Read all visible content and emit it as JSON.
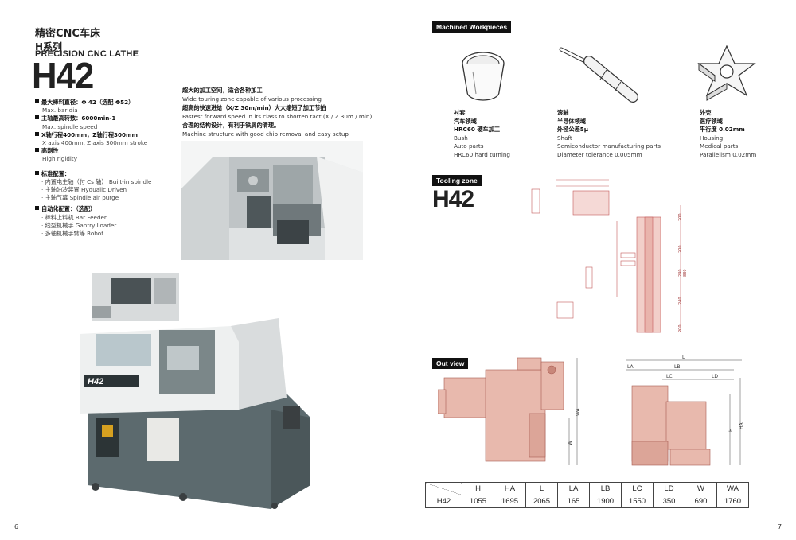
{
  "left_page": {
    "title_cn": "精密CNC车床",
    "series_cn": "H系列",
    "title_en": "PRECISION CNC LATHE",
    "model": "H42",
    "specs": [
      {
        "cn": "最大棒料直径：Φ 42（选配 Φ52）",
        "en": "Max. bar dia"
      },
      {
        "cn": "主轴最高转数：6000min-1",
        "en": "Max. spindle speed"
      },
      {
        "cn": "X轴行程400mm，Z轴行程300mm",
        "en": "X axis 400mm, Z axis 300mm stroke"
      },
      {
        "cn": "高刚性",
        "en": "High rigidity"
      }
    ],
    "standard_title": "标准配置：",
    "standard_items": [
      "· 内置电主轴（付 Cs 轴） Built-in spindle",
      "· 主轴油冷装置    Hydualic Driven",
      "· 主轴气幕   Spindle air purge"
    ],
    "auto_title": "自动化配置：（选配）",
    "auto_items": [
      "· 棒料上料机    Bar Feeder",
      "· 线型机械手    Gantry Loader",
      "· 多轴机械手臂等    Robot"
    ],
    "features": [
      {
        "cn": "超大的加工空间，适合各种加工",
        "en": "Wide touring zone capable of various processing"
      },
      {
        "cn": "超高的快速进给（X/Z 30m/min）大大缩短了加工节拍",
        "en": "Fastest forward speed in its class to shorten tact (X / Z 30m / min)"
      },
      {
        "cn": "合理的结构设计，有利于铁屑的清理。",
        "en": "Machine structure with good chip removal and easy setup"
      }
    ],
    "machine_badge": "H42",
    "page_number": "6"
  },
  "right_page": {
    "workpieces_title": "Machined Workpieces",
    "workpieces": [
      {
        "icon": "bush-icon",
        "lines_bold": [
          "衬套",
          "汽车领域",
          "HRC60 硬车加工"
        ],
        "lines": [
          "Bush",
          "Auto parts",
          "HRC60 hard turning"
        ]
      },
      {
        "icon": "shaft-icon",
        "lines_bold": [
          "滚轴",
          "半导体领域",
          "外径公差5μ"
        ],
        "lines": [
          "Shaft",
          "Semiconductor manufacturing parts",
          "Diameter tolerance 0.005mm"
        ]
      },
      {
        "icon": "housing-icon",
        "lines_bold": [
          "外壳",
          "医疗领域",
          "平行度 0.02mm"
        ],
        "lines": [
          "Housing",
          "Medical parts",
          "Parallelism 0.02mm"
        ]
      }
    ],
    "tooling_title": "Tooling zone",
    "tooling_model": "H42",
    "outview_title": "Out view",
    "dims_table": {
      "headers": [
        "",
        "H",
        "HA",
        "L",
        "LA",
        "LB",
        "LC",
        "LD",
        "W",
        "WA"
      ],
      "rows": [
        [
          "H42",
          "1055",
          "1695",
          "2065",
          "165",
          "1900",
          "1550",
          "350",
          "690",
          "1760"
        ]
      ]
    },
    "drawing_labels": {
      "outview": [
        "L",
        "LA",
        "LB",
        "LC",
        "LD",
        "H",
        "HA",
        "W",
        "WA"
      ],
      "tooling": [
        "200",
        "200",
        "240",
        "880",
        "240",
        "200"
      ]
    },
    "colors": {
      "machine_salmon": "#e8b9ad",
      "machine_grey": "#5c6a6e",
      "header_bg": "#111111"
    },
    "page_number": "7"
  }
}
